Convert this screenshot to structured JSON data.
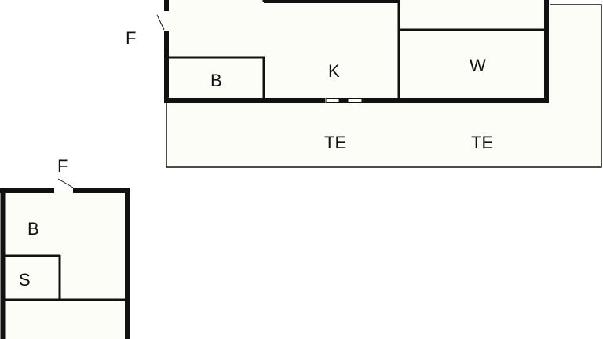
{
  "colors": {
    "floor": "#fdfdf8",
    "wall": "#111111",
    "background": "#ffffff"
  },
  "labels": {
    "door_top": "F",
    "bath_top": "B",
    "kitchen": "K",
    "living": "W",
    "terrace_left": "TE",
    "terrace_right": "TE",
    "door_bottom": "F",
    "bedroom_bottom": "B",
    "shower": "S"
  }
}
